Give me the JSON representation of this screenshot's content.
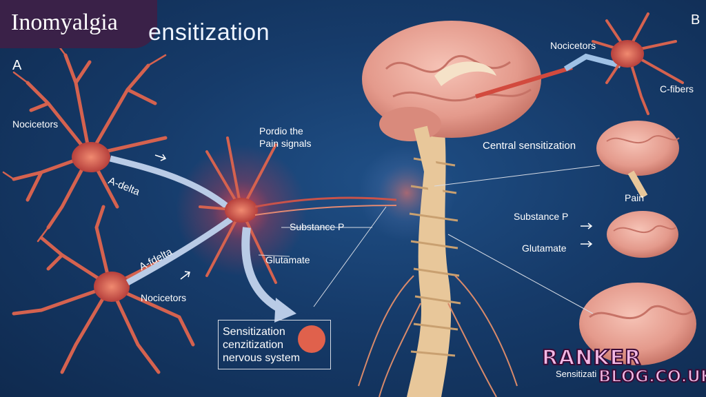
{
  "badge": {
    "text": "Inomyalgia"
  },
  "title": "ensitization",
  "panels": {
    "a": "A",
    "b": "B"
  },
  "labels": {
    "nociceptors_top": "Nocicetors",
    "adelta_top": "A-delta",
    "adelta_bottom": "A-fdelta",
    "nociceptors_bottom": "Nocicetors",
    "pain_signals_l1": "Pordio the",
    "pain_signals_l2": "Pain signals",
    "substance_p_left": "Substance P",
    "glutamate_left": "Glutamate",
    "nociceptors_right": "Nocicetors",
    "c_fibers": "C-fibers",
    "central_sensitization": "Central sensitization",
    "pain": "Pain",
    "substance_p_right": "Substance P",
    "glutamate_right": "Glutamate",
    "sensitization_bottom": "Sensitizati"
  },
  "box": {
    "line1": "Sensitization",
    "line2": "cenzitization",
    "line3": "nervous system"
  },
  "watermark": {
    "line1": "RANKER",
    "line2": "BLOG.CO.UK"
  },
  "colors": {
    "background": "#163b6a",
    "neuron": "#d7584f",
    "brain": "#e9a49a",
    "spine": "#e8c79a",
    "badge": "#3a2148",
    "watermark": "#f2b8e4"
  }
}
